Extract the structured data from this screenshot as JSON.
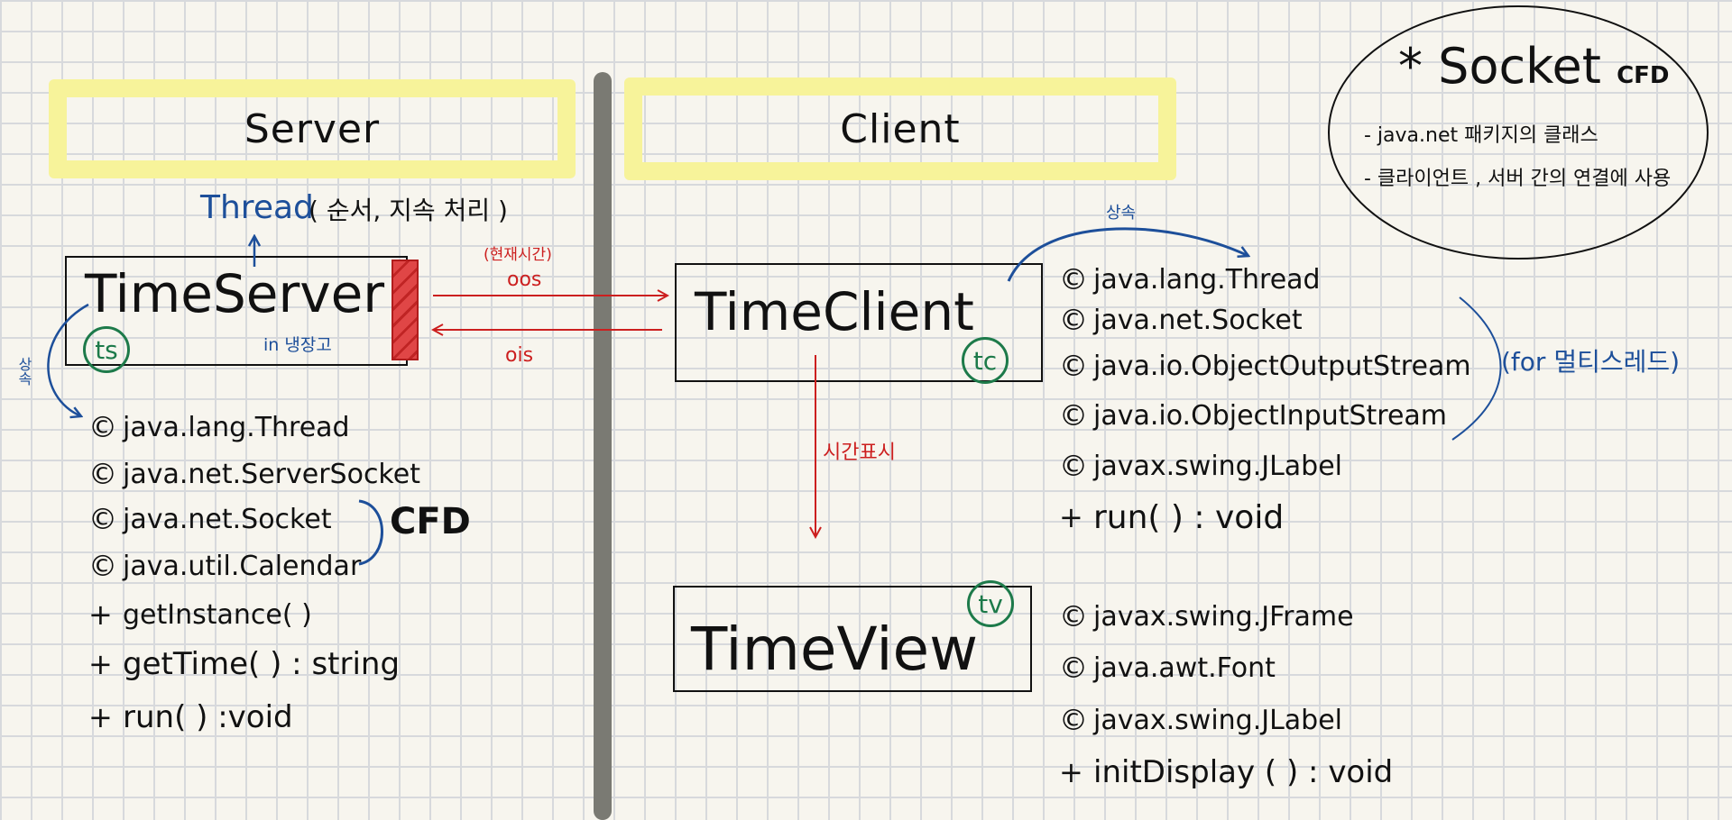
{
  "server": {
    "header": "Server",
    "thread_label": "Thread",
    "thread_note": "( 순서, 지속 처리 )",
    "class_name": "TimeServer",
    "badge": "ts",
    "sub_note": "in 냉장고",
    "inherit_label": "상속",
    "imports": [
      "java.lang.Thread",
      "java.net.ServerSocket",
      "java.net.Socket",
      "java.util.Calendar"
    ],
    "methods": [
      "getInstance( )",
      "getTime(   ) : string",
      "run( ) :void"
    ],
    "cfd_label": "CFD"
  },
  "client": {
    "header": "Client",
    "class_name": "TimeClient",
    "badge": "tc",
    "inherit_label": "상속",
    "imports": [
      "java.lang.Thread",
      "java.net.Socket",
      "java.io.ObjectOutputStream",
      "java.io.ObjectInputStream",
      "javax.swing.JLabel"
    ],
    "methods": [
      "run( ) : void"
    ],
    "multithread_note": "(for 멀티스레드)"
  },
  "view": {
    "class_name": "TimeView",
    "badge": "tv",
    "imports": [
      "javax.swing.JFrame",
      "java.awt.Font",
      "javax.swing.JLabel"
    ],
    "methods": [
      "initDisplay ( ) : void"
    ]
  },
  "arrows": {
    "current_time": "(현재시간)",
    "oos": "oos",
    "ois": "ois",
    "display_time": "시간표시"
  },
  "socket_note": {
    "title": "* Socket",
    "badge": "CFD",
    "lines": [
      "- java.net 패키지의 클래스",
      "- 클라이언트 , 서버 간의 연결에 사용"
    ]
  },
  "symbols": {
    "copyright": "©",
    "plus": "+"
  },
  "colors": {
    "highlight": "#f7f39a",
    "blue": "#1d4f9a",
    "red": "#cc1f1f",
    "green": "#1d7a4a"
  }
}
